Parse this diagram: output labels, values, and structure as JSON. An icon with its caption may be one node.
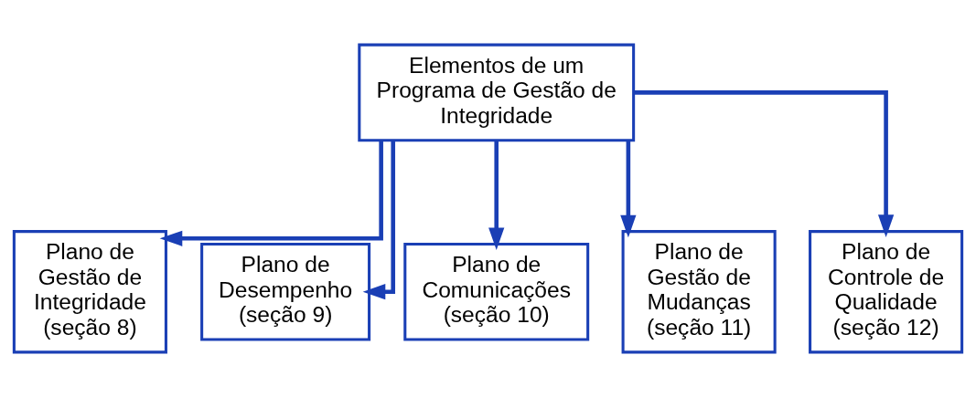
{
  "diagram": {
    "nodes": [
      {
        "text": [
          "Elementos de um Programa de Gestão de Integridade"
        ]
      },
      {
        "text": [
          "Plano de Gestão de Integridade (seção 8)"
        ]
      },
      {
        "text": [
          "Plano de Desempenho (seção 9)"
        ]
      },
      {
        "text": [
          "Plano de Comunicações (seção 10)"
        ]
      },
      {
        "text": [
          "Plano de Gestão de Mudanças (seção 11)"
        ]
      },
      {
        "text": [
          "Plano de Controle de Qualidade (seção 12)"
        ]
      }
    ],
    "edges": [
      {
        "from": 0,
        "to": 1,
        "arrow": "to"
      },
      {
        "from": 0,
        "to": 2,
        "arrow": "to"
      },
      {
        "from": 0,
        "to": 3,
        "arrow": "to"
      },
      {
        "from": 0,
        "to": 4,
        "arrow": "to"
      },
      {
        "from": 0,
        "to": 5,
        "arrow": "to"
      }
    ]
  }
}
